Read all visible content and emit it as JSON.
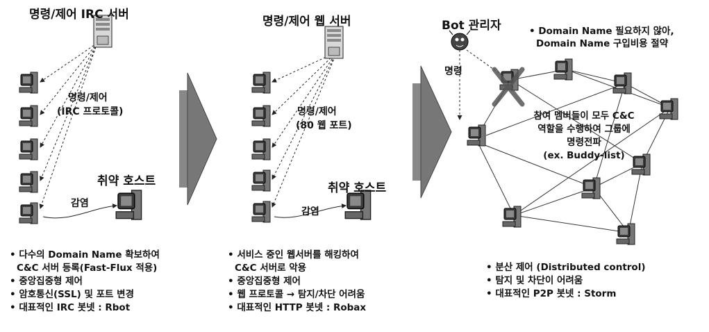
{
  "panel1": {
    "title": "명령/제어 IRC 서버",
    "edge_label_1": "명령/제어",
    "edge_label_2": "(IRC 프로토콜)",
    "vuln_host": "취약 호스트",
    "infect": "감염",
    "bullets": [
      "• 다수의 Domain Name 확보하여",
      "  C&C 서버 등록(Fast-Flux 적용)",
      "• 중앙집중형 제어",
      "• 암호통신(SSL) 및 포트 변경",
      "• 대표적인 IRC 봇넷 : Rbot"
    ]
  },
  "panel2": {
    "title": "명령/제어 웹 서버",
    "edge_label_1": "명령/제어",
    "edge_label_2": "(80 웹 포트)",
    "vuln_host": "취약 호스트",
    "infect": "감염",
    "bullets": [
      "• 서비스 중인 웹서버를 해킹하여",
      "  C&C 서버로 악용",
      "• 중앙집중형 제어",
      "• 웹 프로토콜 → 탐지/차단 어려움",
      "• 대표적인 HTTP 봇넷 : Robax"
    ]
  },
  "panel3": {
    "bot_admin": "Bot 관리자",
    "command": "명령",
    "note_line1": "• Domain Name 필요하지 않아,",
    "note_line2": "Domain Name 구입비용 절약",
    "center_line1": "참여 멤버들이 모두 C&C",
    "center_line2": "역할을 수행하여 그룹에",
    "center_line3": "명령전파",
    "center_line4": "(ex. Buddy-list)",
    "bullets": [
      "• 분산 제어 (Distributed control)",
      "• 탐지 및 차단이 어려움",
      "• 대표적인 P2P 봇넷 : Storm"
    ]
  }
}
